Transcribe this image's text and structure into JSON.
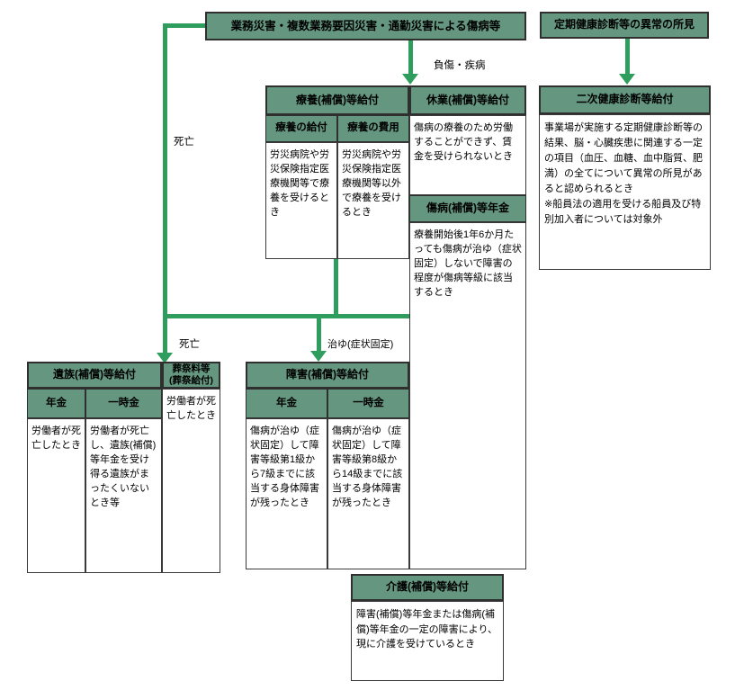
{
  "palette": {
    "header_fill": "#649680",
    "arrow_green": "#2e9d5e",
    "border_dark": "#2f2f2f",
    "text": "#000000",
    "background": "#ffffff"
  },
  "sources": {
    "work_injury": {
      "title": "業務災害・複数業務要因災害・通勤災害による傷病等"
    },
    "checkup": {
      "title": "定期健康診断等の異常の所見"
    }
  },
  "arrow_labels": {
    "death_top": "死亡",
    "death_bottom": "死亡",
    "injury_illness": "負傷・疾病",
    "recovery": "治ゆ(症状固定)"
  },
  "benefits": {
    "ryoyo": {
      "title": "療養(補償)等給付",
      "columns": [
        {
          "header": "療養の給付",
          "body": "労災病院や労災保険指定医療機関等で療養を受けるとき"
        },
        {
          "header": "療養の費用",
          "body": "労災病院や労災保険指定医療機関等以外で療養を受けるとき"
        }
      ]
    },
    "kyugyo": {
      "title": "休業(補償)等給付",
      "body": "傷病の療養のため労働することができず、賃金を受けられないとき"
    },
    "shobyo_nenkin": {
      "title": "傷病(補償)等年金",
      "body": "療養開始後1年6か月たっても傷病が治ゆ（症状固定）しないで障害の程度が傷病等級に該当するとき"
    },
    "niji_kenshin": {
      "title": "二次健康診断等給付",
      "body": "事業場が実施する定期健康診断等の結果、脳・心臓疾患に関連する一定の項目（血圧、血糖、血中脂質、肥満）の全てについて異常の所見があると認められるとき",
      "note": "※船員法の適用を受ける船員及び特別加入者については対象外"
    },
    "izoku": {
      "title": "遺族(補償)等給付",
      "columns": [
        {
          "header": "年金",
          "body": "労働者が死亡したとき"
        },
        {
          "header": "一時金",
          "body": "労働者が死亡し、遺族(補償)等年金を受け得る遺族がまったくいないとき等"
        }
      ]
    },
    "sosai": {
      "title_line1": "葬祭料等",
      "title_line2": "(葬祭給付)",
      "body": "労働者が死亡したとき"
    },
    "shogai": {
      "title": "障害(補償)等給付",
      "columns": [
        {
          "header": "年金",
          "body": "傷病が治ゆ（症状固定）して障害等級第1級から7級までに該当する身体障害が残ったとき"
        },
        {
          "header": "一時金",
          "body": "傷病が治ゆ（症状固定）して障害等級第8級から14級までに該当する身体障害が残ったとき"
        }
      ]
    },
    "kaigo": {
      "title": "介護(補償)等給付",
      "body": "障害(補償)等年金または傷病(補償)等年金の一定の障害により、現に介護を受けているとき"
    }
  }
}
